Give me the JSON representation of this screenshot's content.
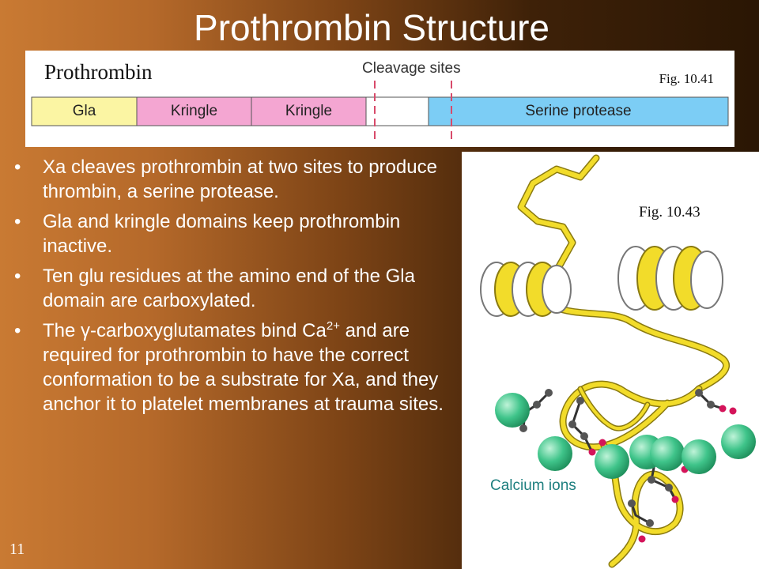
{
  "slide": {
    "title": "Prothrombin Structure",
    "page_number": "11"
  },
  "figure_top": {
    "title": "Prothrombin",
    "label": "Fig. 10.41",
    "cleavage_label": "Cleavage sites",
    "segments": [
      {
        "label": "Gla",
        "color": "#fbf5a3"
      },
      {
        "label": "Kringle",
        "color": "#f4a6d2"
      },
      {
        "label": "Kringle",
        "color": "#f4a6d2"
      },
      {
        "label": "",
        "color": "#ffffff"
      },
      {
        "label": "Serine protease",
        "color": "#7ccdf5"
      }
    ],
    "cleavage_color": "#d84a6a"
  },
  "bullets": {
    "b1": "Xa cleaves prothrombin at two sites to produce thrombin, a serine protease.",
    "b2": "Gla and kringle domains keep prothrombin inactive.",
    "b3": "Ten glu residues at the amino end of the Gla domain are carboxylated.",
    "b4_pre": " The ",
    "b4_gamma": "γ",
    "b4_mid": "-carboxyglutamates bind Ca",
    "b4_sup": "2+",
    "b4_post": " and are required for prothrombin to have the correct conformation to be a substrate for Xa, and they anchor it to platelet membranes at trauma sites.",
    "bullet_char": "•"
  },
  "figure_right": {
    "label": "Fig. 10.43",
    "calcium_label": "Calcium ions",
    "ribbon_color": "#f2dc2a",
    "ion_color": "#3fc48a"
  }
}
